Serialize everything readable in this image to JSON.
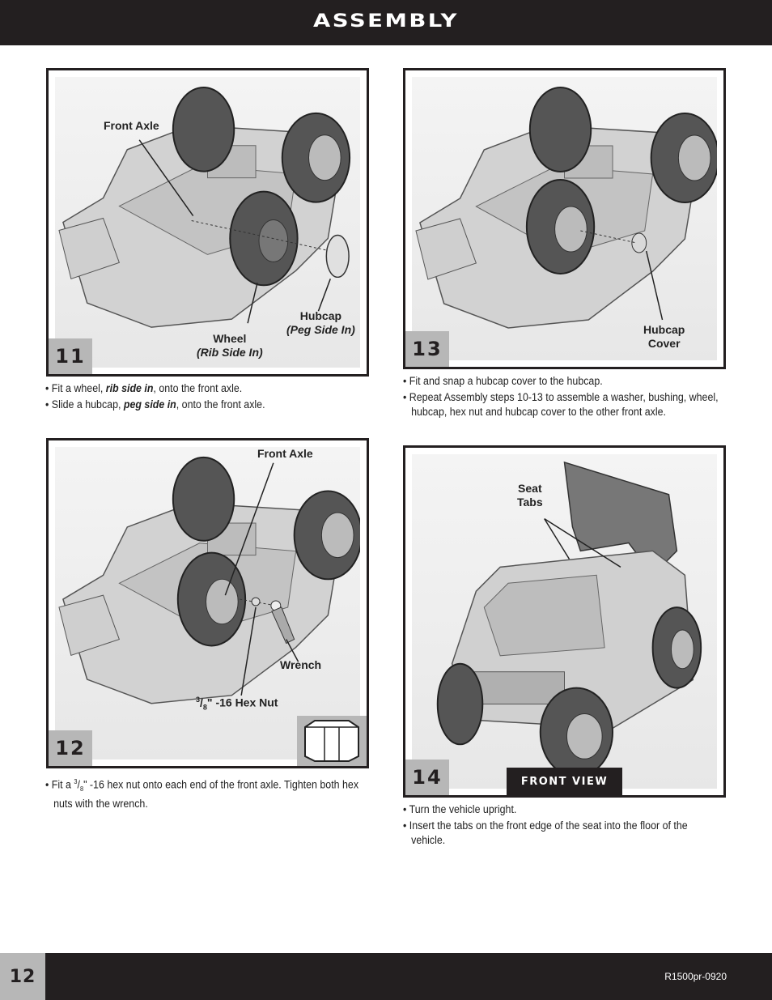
{
  "header": {
    "title": "ASSEMBLY"
  },
  "steps": {
    "s11": {
      "number": "11",
      "labels": {
        "front_axle": "Front Axle",
        "wheel": "Wheel",
        "wheel_note": "(Rib Side In)",
        "hubcap": "Hubcap",
        "hubcap_note": "(Peg Side In)"
      },
      "bullets": [
        {
          "pre": "• Fit a wheel, ",
          "em": "rib side in",
          "post": ", onto the front axle."
        },
        {
          "pre": "• Slide a hubcap, ",
          "em": "peg side in",
          "post": ", onto the front axle."
        }
      ]
    },
    "s12": {
      "number": "12",
      "labels": {
        "front_axle": "Front Axle",
        "wrench": "Wrench",
        "hex_nut_num": "3",
        "hex_nut_den": "8",
        "hex_nut": "\" -16 Hex Nut"
      },
      "bullets": {
        "pre": "• Fit a ",
        "num": "3",
        "den": "8",
        "post": "\" -16 hex nut onto each end of the front axle. Tighten both hex nuts with the wrench."
      }
    },
    "s13": {
      "number": "13",
      "labels": {
        "hubcap": "Hubcap",
        "cover": "Cover"
      },
      "bullets": [
        "• Fit and snap a hubcap cover to the hubcap.",
        "• Repeat Assembly steps 10-13 to assemble a washer, bushing, wheel, hubcap, hex nut and hubcap cover to the other front axle."
      ]
    },
    "s14": {
      "number": "14",
      "labels": {
        "seat": "Seat",
        "tabs": "Tabs",
        "front_view": "FRONT VIEW"
      },
      "bullets": [
        "• Turn the vehicle upright.",
        "• Insert the tabs on the front edge of the seat into the floor of the vehicle."
      ]
    }
  },
  "footer": {
    "page_number": "12",
    "code": "R1500pr-0920"
  },
  "colors": {
    "dark": "#231f20",
    "gray_tab": "#b7b7b7"
  }
}
